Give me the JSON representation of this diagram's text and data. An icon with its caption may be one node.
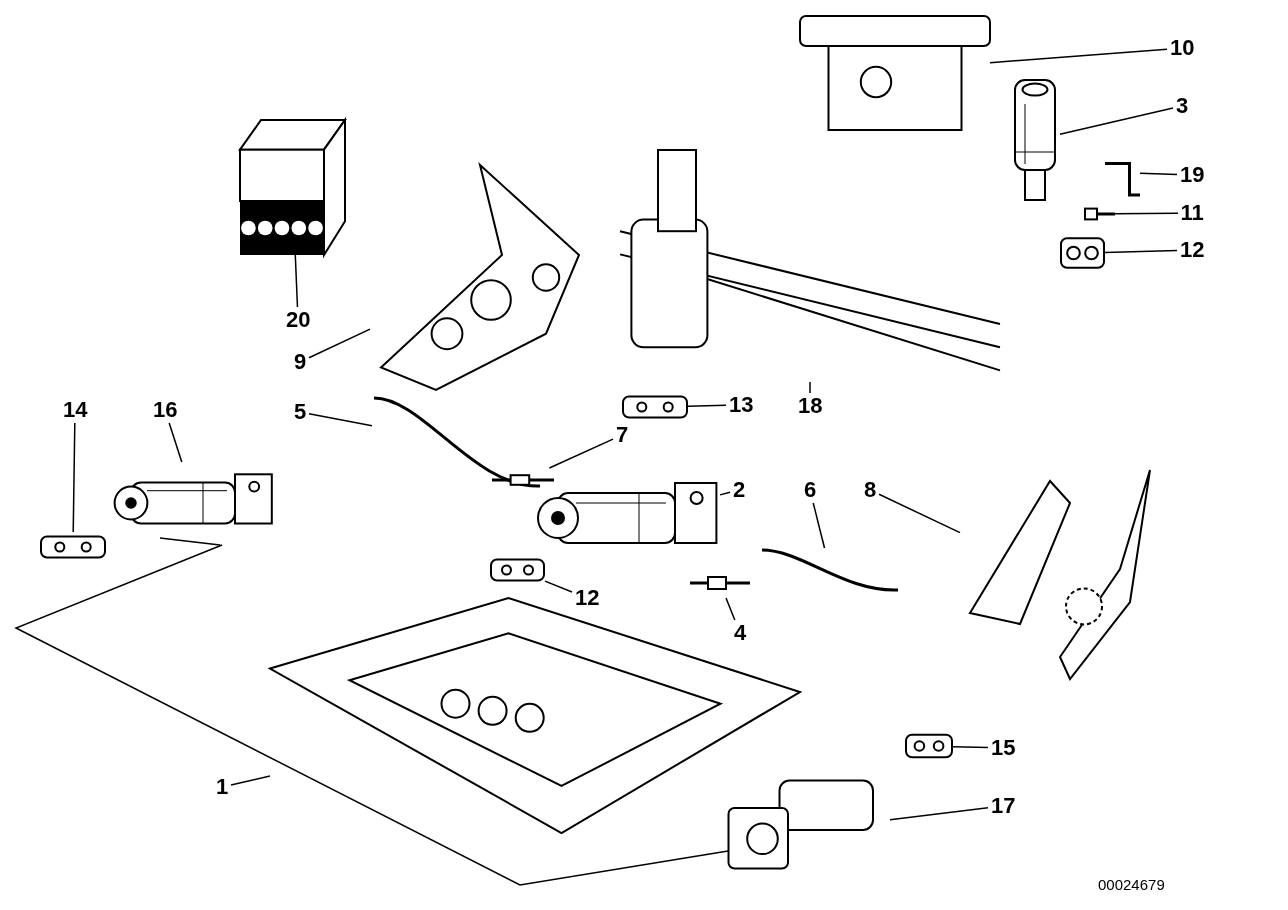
{
  "diagram": {
    "nodes": [
      {
        "text": [
          "20"
        ]
      },
      {
        "text": [],
        "shape": "picture"
      },
      {
        "text": [
          "10"
        ]
      },
      {
        "text": [],
        "shape": "picture"
      },
      {
        "text": [
          "3"
        ]
      },
      {
        "text": [],
        "shape": "picture"
      },
      {
        "text": [
          "19"
        ]
      },
      {
        "text": [],
        "shape": "picture"
      },
      {
        "text": [
          "11"
        ]
      },
      {
        "text": [],
        "shape": "picture"
      },
      {
        "text": [
          "12"
        ]
      },
      {
        "text": [],
        "shape": "picture"
      },
      {
        "text": [
          "9"
        ]
      },
      {
        "text": [],
        "shape": "picture"
      },
      {
        "text": [
          "5"
        ]
      },
      {
        "text": [],
        "shape": "picture"
      },
      {
        "text": [
          "13"
        ]
      },
      {
        "text": [],
        "shape": "picture"
      },
      {
        "text": [
          "18"
        ]
      },
      {
        "text": [],
        "shape": "picture"
      },
      {
        "text": [
          "7"
        ]
      },
      {
        "text": [],
        "shape": "picture"
      },
      {
        "text": [
          "14"
        ]
      },
      {
        "text": [],
        "shape": "picture"
      },
      {
        "text": [
          "16"
        ]
      },
      {
        "text": [],
        "shape": "picture"
      },
      {
        "text": [
          "2"
        ]
      },
      {
        "text": [],
        "shape": "picture"
      },
      {
        "text": [
          "6"
        ]
      },
      {
        "text": [],
        "shape": "picture"
      },
      {
        "text": [
          "8"
        ]
      },
      {
        "text": [],
        "shape": "picture"
      },
      {
        "text": [
          "12"
        ]
      },
      {
        "text": [],
        "shape": "picture"
      },
      {
        "text": [
          "4"
        ]
      },
      {
        "text": [],
        "shape": "picture"
      },
      {
        "text": [
          "1"
        ]
      },
      {
        "text": [],
        "shape": "picture"
      },
      {
        "text": [
          "15"
        ]
      },
      {
        "text": [],
        "shape": "picture"
      },
      {
        "text": [
          "17"
        ]
      },
      {
        "text": [],
        "shape": "picture"
      }
    ],
    "edges": [
      {
        "from": 0,
        "to": 1,
        "arrow": "none"
      },
      {
        "from": 2,
        "to": 3,
        "arrow": "none"
      },
      {
        "from": 4,
        "to": 5,
        "arrow": "none"
      },
      {
        "from": 6,
        "to": 7,
        "arrow": "none"
      },
      {
        "from": 8,
        "to": 9,
        "arrow": "none"
      },
      {
        "from": 10,
        "to": 11,
        "arrow": "none"
      },
      {
        "from": 12,
        "to": 13,
        "arrow": "none"
      },
      {
        "from": 14,
        "to": 15,
        "arrow": "none"
      },
      {
        "from": 16,
        "to": 17,
        "arrow": "none"
      },
      {
        "from": 18,
        "to": 19,
        "arrow": "none"
      },
      {
        "from": 20,
        "to": 21,
        "arrow": "none"
      },
      {
        "from": 22,
        "to": 23,
        "arrow": "none"
      },
      {
        "from": 24,
        "to": 25,
        "arrow": "none"
      },
      {
        "from": 26,
        "to": 27,
        "arrow": "none"
      },
      {
        "from": 28,
        "to": 29,
        "arrow": "none"
      },
      {
        "from": 30,
        "to": 31,
        "arrow": "none"
      },
      {
        "from": 32,
        "to": 33,
        "arrow": "none"
      },
      {
        "from": 34,
        "to": 35,
        "arrow": "none"
      },
      {
        "from": 36,
        "to": 37,
        "arrow": "none"
      },
      {
        "from": 38,
        "to": 39,
        "arrow": "none"
      },
      {
        "from": 40,
        "to": 41,
        "arrow": "none"
      }
    ],
    "labels": [
      "00024679"
    ]
  }
}
